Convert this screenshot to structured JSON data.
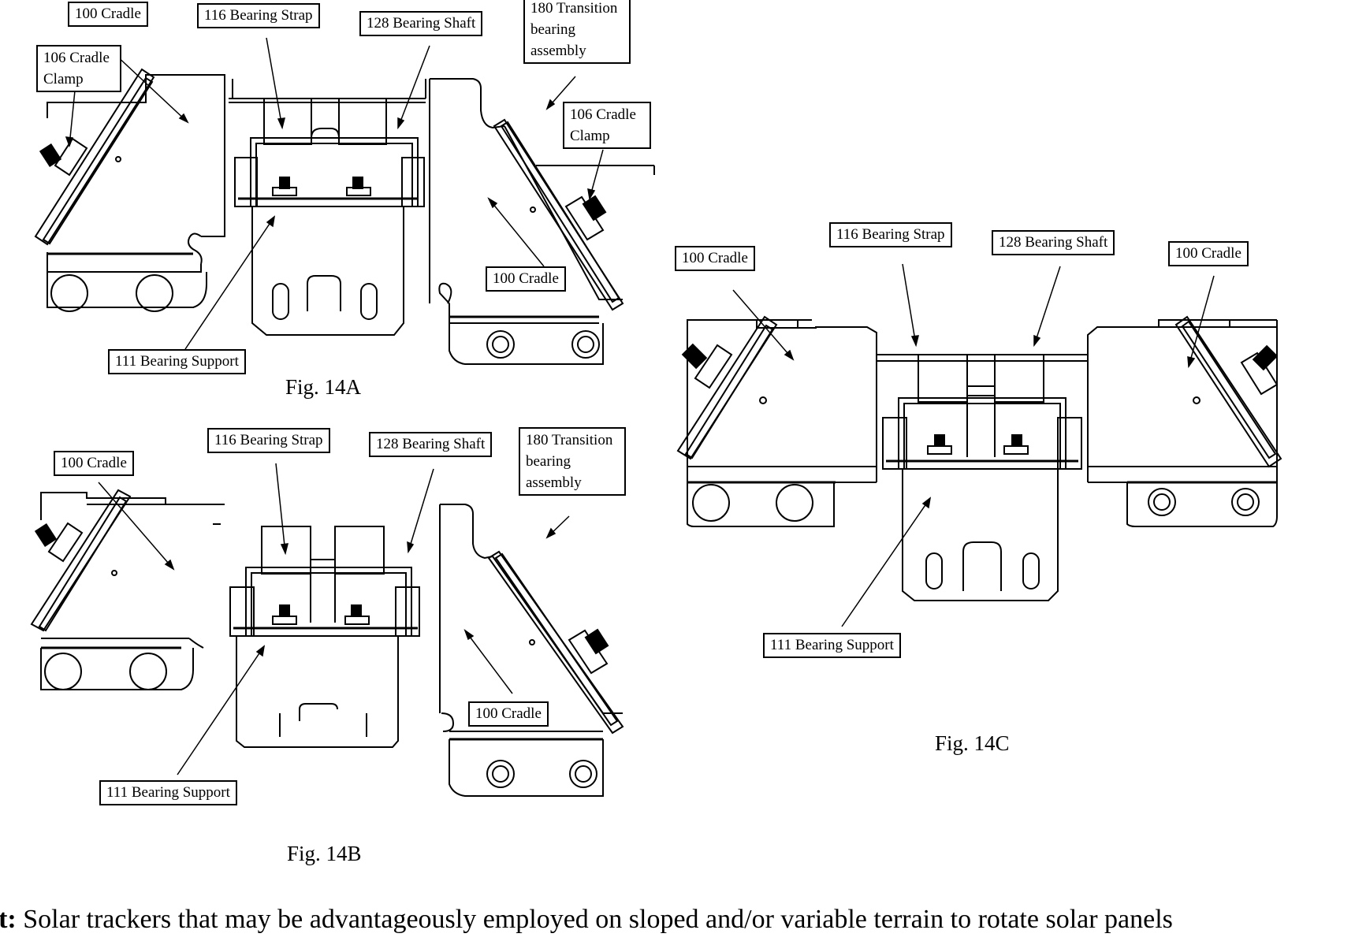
{
  "figures": [
    {
      "caption": "Fig. 14A",
      "labels": {
        "cradle_top": "100 Cradle",
        "cradle_clamp_left": "106 Cradle Clamp",
        "bearing_strap": "116 Bearing Strap",
        "bearing_shaft": "128 Bearing Shaft",
        "transition_bearing": "180 Transition bearing assembly",
        "cradle_clamp_right": "106 Cradle Clamp",
        "cradle_right": "100 Cradle",
        "bearing_support": "111 Bearing Support"
      }
    },
    {
      "caption": "Fig. 14B",
      "labels": {
        "cradle_left": "100 Cradle",
        "bearing_strap": "116 Bearing Strap",
        "bearing_shaft": "128 Bearing Shaft",
        "transition_bearing": "180 Transition bearing assembly",
        "cradle_right": "100 Cradle",
        "bearing_support": "111 Bearing Support"
      }
    },
    {
      "caption": "Fig. 14C",
      "labels": {
        "cradle_left": "100 Cradle",
        "bearing_strap": "116 Bearing Strap",
        "bearing_shaft": "128 Bearing Shaft",
        "cradle_right": "100 Cradle",
        "bearing_support": "111 Bearing Support"
      }
    }
  ],
  "abstract": {
    "heading": "act:",
    "text": " Solar trackers that may be advantageously employed on sloped and/or variable terrain to rotate solar panels"
  }
}
